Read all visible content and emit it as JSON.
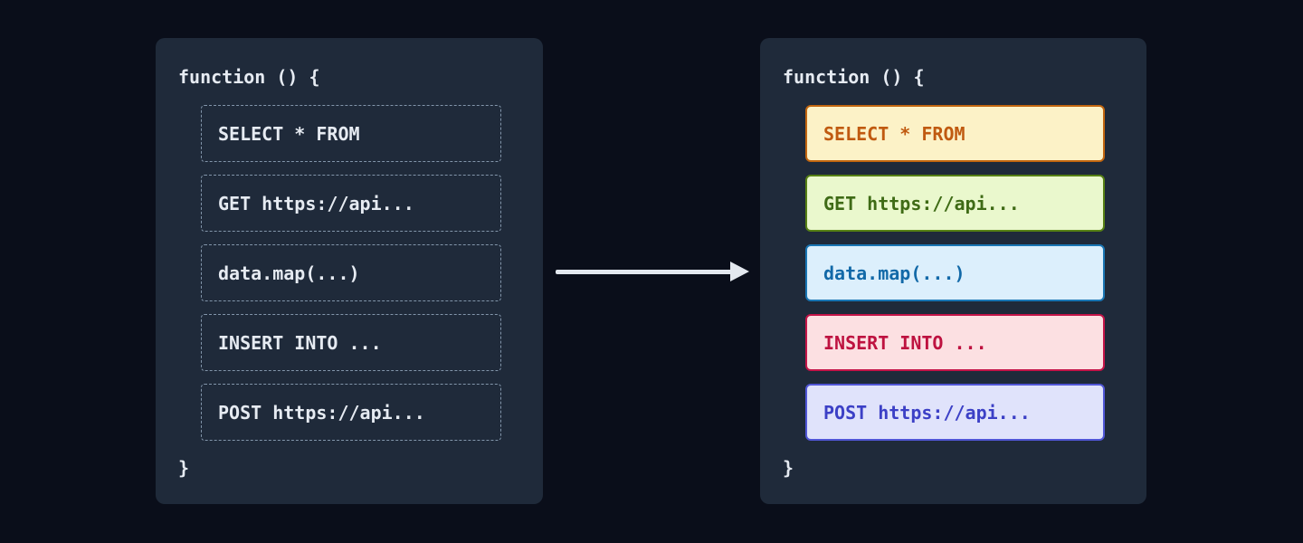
{
  "colors": {
    "page_bg": "#0a0e1a",
    "panel_bg": "#1f2a3a",
    "panel_text": "#e6ebf2",
    "dashed_border": "#8295aa",
    "arrow": "#e3e8ef"
  },
  "before_panel": {
    "header": "function () {",
    "footer": "}",
    "items": [
      {
        "label": "SELECT * FROM"
      },
      {
        "label": "GET https://api..."
      },
      {
        "label": "data.map(...)"
      },
      {
        "label": "INSERT INTO ..."
      },
      {
        "label": "POST https://api..."
      }
    ]
  },
  "after_panel": {
    "header": "function () {",
    "footer": "}",
    "items": [
      {
        "label": "SELECT * FROM",
        "bg": "#fcf2c7",
        "border": "#c2660f",
        "text": "#c05a10"
      },
      {
        "label": "GET https://api...",
        "bg": "#eaf8cd",
        "border": "#568014",
        "text": "#3f6b16"
      },
      {
        "label": "data.map(...)",
        "bg": "#dceffc",
        "border": "#1976b4",
        "text": "#1269a8"
      },
      {
        "label": "INSERT INTO ...",
        "bg": "#fce0e2",
        "border": "#c41448",
        "text": "#be1240"
      },
      {
        "label": "POST https://api...",
        "bg": "#e0e3fb",
        "border": "#5056d6",
        "text": "#3c40c6"
      }
    ]
  }
}
